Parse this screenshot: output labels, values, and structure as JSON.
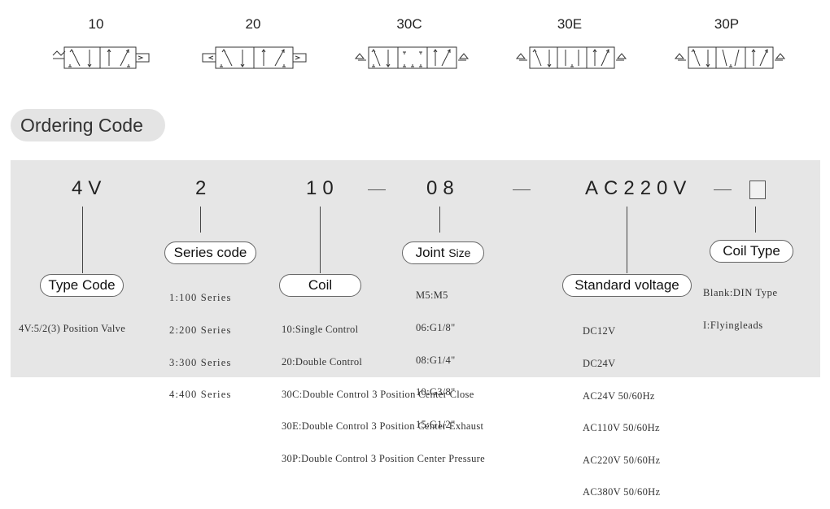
{
  "symbols": [
    {
      "label": "10"
    },
    {
      "label": "20"
    },
    {
      "label": "30C"
    },
    {
      "label": "30E"
    },
    {
      "label": "30P"
    }
  ],
  "heading": "Ordering Code",
  "code_parts": {
    "type": "4V",
    "series": "2",
    "coil": "10",
    "joint": "08",
    "voltage": "AC220V"
  },
  "type_code": {
    "title": "Type Code",
    "items": [
      "4V:5/2(3) Position Valve"
    ]
  },
  "series_code": {
    "title": "Series code",
    "items": [
      "1:100 Series",
      "2:200 Series",
      "3:300 Series",
      "4:400 Series"
    ]
  },
  "coil": {
    "title": "Coil",
    "items": [
      "10:Single Control",
      "20:Double Control",
      "30C:Double Control 3 Position Center Close",
      "30E:Double Control 3 Position Center Exhaust",
      "30P:Double Control 3 Position Center Pressure"
    ]
  },
  "joint_size": {
    "title_main": "Joint ",
    "title_small": "Size",
    "items": [
      "M5:M5",
      "06:G1/8\"",
      "08:G1/4\"",
      "10:G3/8\"",
      "15:G1/2\""
    ]
  },
  "standard_voltage": {
    "title": "Standard voltage",
    "items": [
      "DC12V",
      "DC24V",
      "AC24V 50/60Hz",
      "AC110V 50/60Hz",
      "AC220V 50/60Hz",
      "AC380V 50/60Hz"
    ]
  },
  "coil_type": {
    "title": "Coil Type",
    "items": [
      "Blank:DIN Type",
      "I:Flyingleads"
    ]
  }
}
